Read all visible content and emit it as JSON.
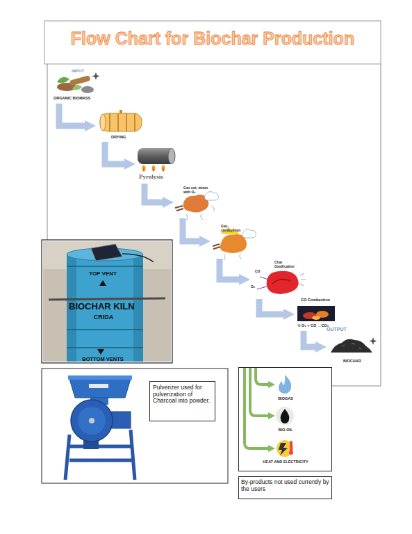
{
  "diagram": {
    "title": "Flow Chart for Biochar Production",
    "nodes": [
      {
        "text": [
          "INPUT",
          "ORGANIC BIOMASS"
        ]
      },
      {
        "text": [
          "DRYING"
        ]
      },
      {
        "text": [
          "Pyrolysis"
        ]
      },
      {
        "text": [
          "Gas out, mixes with O₂"
        ]
      },
      {
        "text": [
          "Gas combustion"
        ]
      },
      {
        "text": [
          "Char Gasification"
        ]
      },
      {
        "text": [
          "CO Combustion",
          "½ O₂ + CO →CO₂"
        ]
      },
      {
        "text": [
          "OUTPUT",
          "BIOCHAR"
        ]
      },
      {
        "text": [
          "Pulverizer used for pulverization of Charcoal into powder."
        ]
      },
      {
        "text": [
          "BIOGAS",
          "BIO-OIL",
          "HEAT AND ELECTRICITY"
        ]
      },
      {
        "text": [
          "By-products not used currently by the users"
        ]
      }
    ],
    "edges": [
      {
        "from": 0,
        "to": 1,
        "arrow": "to"
      },
      {
        "from": 1,
        "to": 2,
        "arrow": "to"
      },
      {
        "from": 2,
        "to": 3,
        "arrow": "to"
      },
      {
        "from": 3,
        "to": 4,
        "arrow": "to"
      },
      {
        "from": 4,
        "to": 5,
        "arrow": "to"
      },
      {
        "from": 5,
        "to": 6,
        "arrow": "to"
      },
      {
        "from": 6,
        "to": 7,
        "arrow": "to"
      }
    ],
    "labels": [
      "CO",
      "O₂",
      "TOP VENT",
      "BIOCHAR KILN",
      "CRIDA",
      "BOTTOM VENTS"
    ]
  }
}
